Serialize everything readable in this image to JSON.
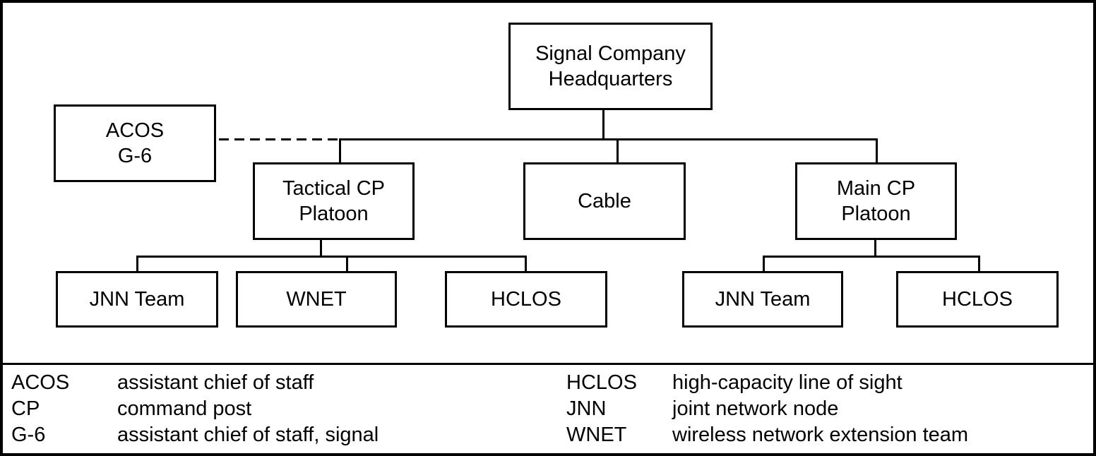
{
  "diagram": {
    "nodes": {
      "hq": "Signal Company\nHeadquarters",
      "acos": "ACOS\nG-6",
      "tactical": "Tactical CP\nPlatoon",
      "cable": "Cable",
      "main": "Main CP\nPlatoon",
      "t_jnn": "JNN Team",
      "t_wnet": "WNET",
      "t_hclos": "HCLOS",
      "m_jnn": "JNN Team",
      "m_hclos": "HCLOS"
    }
  },
  "legend": {
    "left": [
      {
        "abbr": "ACOS",
        "def": "assistant chief of staff"
      },
      {
        "abbr": "CP",
        "def": "command post"
      },
      {
        "abbr": "G-6",
        "def": "assistant chief of staff, signal"
      }
    ],
    "right": [
      {
        "abbr": "HCLOS",
        "def": "high-capacity line of sight"
      },
      {
        "abbr": "JNN",
        "def": "joint network node"
      },
      {
        "abbr": "WNET",
        "def": "wireless network extension team"
      }
    ]
  }
}
